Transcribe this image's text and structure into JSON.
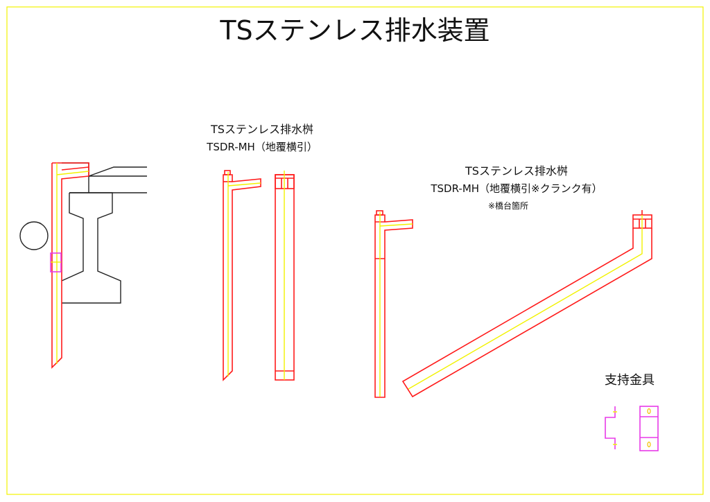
{
  "title": "TSステンレス排水装置",
  "drawing1": {
    "label_line1": "TSステンレス排水桝",
    "label_line2": "TSDR-MH（地覆横引）"
  },
  "drawing2": {
    "label_line1": "TSステンレス排水桝",
    "label_line2": "TSDR-MH（地覆横引※クランク有）",
    "note": "※橋台箇所"
  },
  "bracket": {
    "label": "支持金具"
  },
  "colors": {
    "drain_outline": "#ff1a1a",
    "centerline": "#f2f200",
    "structure": "#222222",
    "bracket": "#e83ae8",
    "border": "#f2f200"
  }
}
